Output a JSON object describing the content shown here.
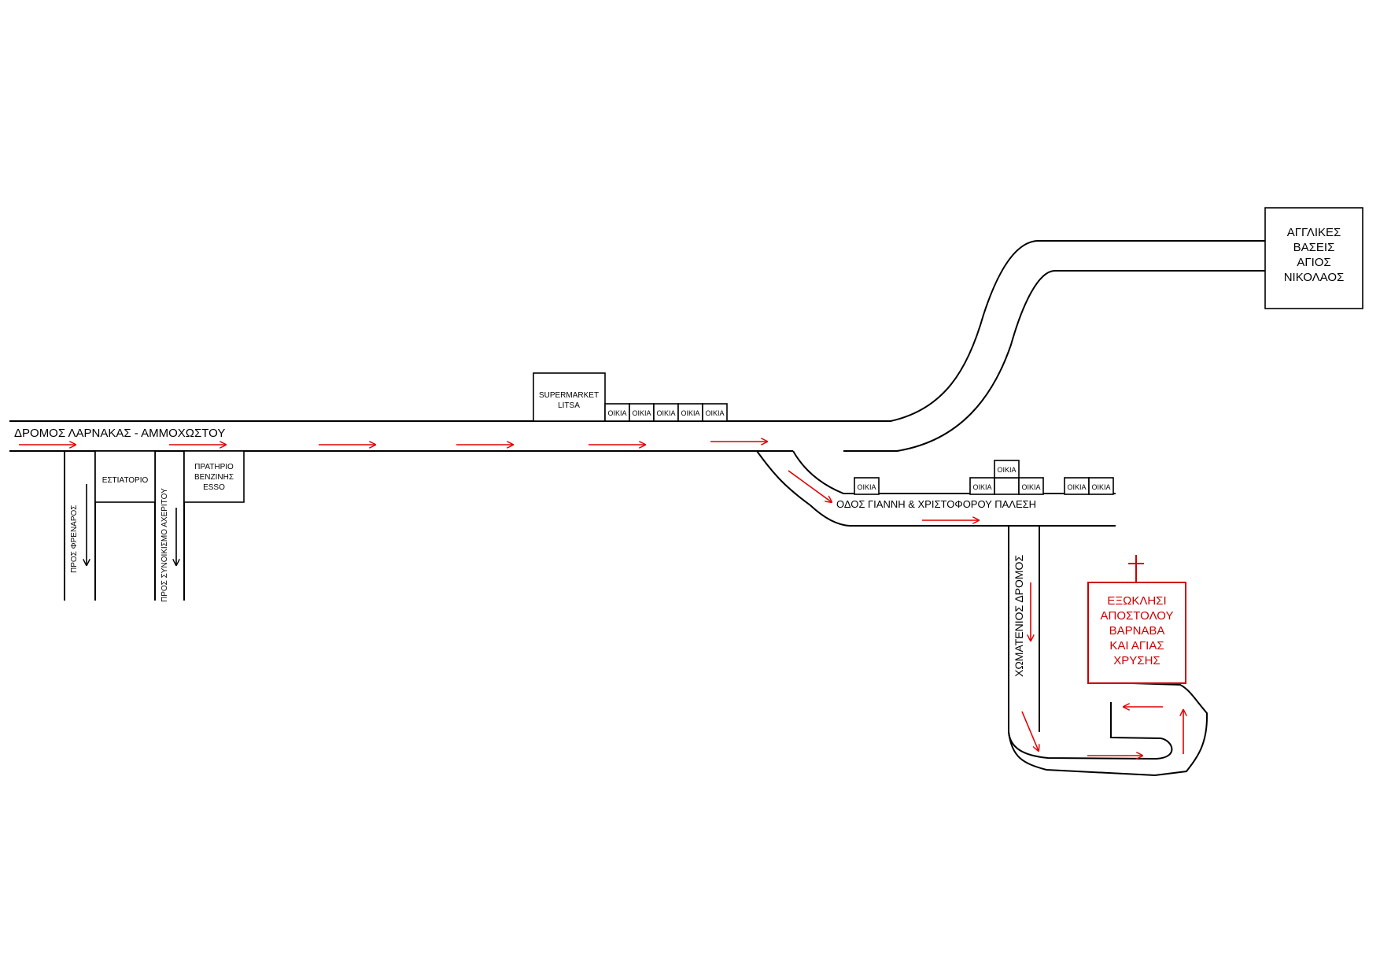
{
  "roads": {
    "main_road": "ΔΡΟΜΟΣ ΛΑΡΝΑΚΑΣ - ΑΜΜΟΧΩΣΤΟΥ",
    "side_road": "ΟΔΟΣ ΓΙΑΝΝΗ & ΧΡΙΣΤΟΦΟΡΟΥ ΠΑΛΕΣΗ",
    "dirt_road": "ΧΩΜΑΤΕΝΙΟΣ ΔΡΟΜΟΣ",
    "to_frenaros": "ΠΡΟΣ ΦΡΕΝΑΡΟΣ",
    "to_acheritou": "ΠΡΟΣ ΣΥΝΟΙΚΙΣΜΟ ΑΧΕΡΙΤΟΥ"
  },
  "places": {
    "restaurant": "ΕΣΤΙΑΤΟΡΙΟ",
    "gas_station": [
      "ΠΡΑΤΗΡΙΟ",
      "ΒΕΝΖΙΝΗΣ",
      "ESSO"
    ],
    "supermarket": [
      "SUPERMARKET",
      "LITSA"
    ],
    "house_label": "OIKIA",
    "british_bases": [
      "ΑΓΓΛΙΚΕΣ",
      "ΒΑΣΕΙΣ",
      "ΑΓΙΟΣ",
      "ΝΙΚΟΛΑΟΣ"
    ],
    "chapel": [
      "ΕΞΩΚΛΗΣΙ",
      "ΑΠΟΣΤΟΛΟΥ",
      "ΒΑΡΝΑΒΑ",
      "ΚΑΙ ΑΓΙΑΣ",
      "ΧΡΥΣΗΣ"
    ]
  },
  "colors": {
    "route": "#e00000",
    "chapel": "#cc0000",
    "ink": "#000000"
  },
  "icons": {
    "chapel_cross": "cross-icon",
    "route_arrow": "arrow-right-icon",
    "direction_arrow": "arrow-down-icon"
  }
}
